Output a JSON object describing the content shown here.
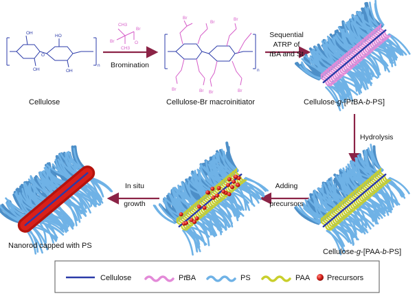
{
  "labels": {
    "cellulose": "Cellulose",
    "macroinitiator": "Cellulose-Br macroinitiator",
    "brush1": [
      "Cellulose-",
      "g",
      "-[P",
      "t",
      "BA-",
      "b",
      "-PS]"
    ],
    "brush2": [
      "Cellulose-",
      "g",
      "-[PAA-",
      "b",
      "-PS]"
    ],
    "nanorod": "Nanorod capped with PS"
  },
  "steps": {
    "bromination": "Bromination",
    "atrp": [
      "Sequential",
      "ATRP of",
      "t",
      "BA and St"
    ],
    "hydrolysis": "Hydrolysis",
    "adding": [
      "Adding",
      "precursors"
    ],
    "insitu": [
      "In situ",
      "growth"
    ]
  },
  "chem": {
    "ch3": "CH3",
    "br": "Br",
    "o": "O",
    "oh": "OH",
    "ho": "HO",
    "n": "n"
  },
  "legend": {
    "items": [
      {
        "label": "Cellulose",
        "color": "#2a3aa8"
      },
      {
        "label": [
          "P",
          "t",
          "BA"
        ],
        "color": "#e38ad8"
      },
      {
        "label": "PS",
        "color": "#6fb2e6"
      },
      {
        "label": "PAA",
        "color": "#c9cf2c"
      },
      {
        "label": "Precursors",
        "color": "#d8201a"
      }
    ]
  },
  "colors": {
    "arrow": "#8b2346",
    "cellulose": "#2a3aa8",
    "ptba": "#e38ad8",
    "ps": "#6fb2e6",
    "paa": "#c9cf2c",
    "precursor": "#d8201a"
  }
}
